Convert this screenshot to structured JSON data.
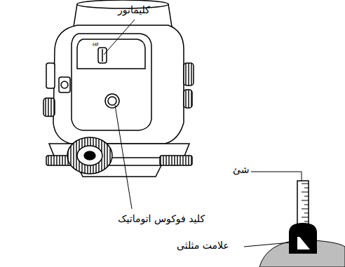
{
  "diagram": {
    "labels": [
      "کلیماتور",
      "کلید فوکوس اتوماتیک",
      "شئ",
      "علامت مثلثی"
    ]
  }
}
